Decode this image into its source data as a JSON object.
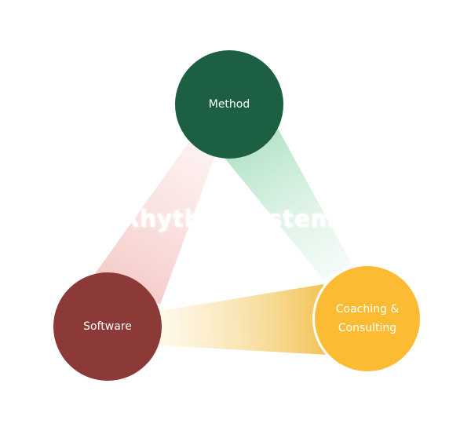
{
  "diagram": {
    "center_title": "Rhythm Systems",
    "nodes": {
      "method": {
        "label": "Method",
        "color": "#1c5f43"
      },
      "software": {
        "label": "Software",
        "color": "#8c3a38"
      },
      "coaching": {
        "label": "Coaching & Consulting",
        "color": "#fbbb33"
      }
    },
    "connector_colors": {
      "method_software": "#f6c9c6",
      "method_coaching": "#bfe6cf",
      "software_coaching": "#f3c865"
    }
  }
}
